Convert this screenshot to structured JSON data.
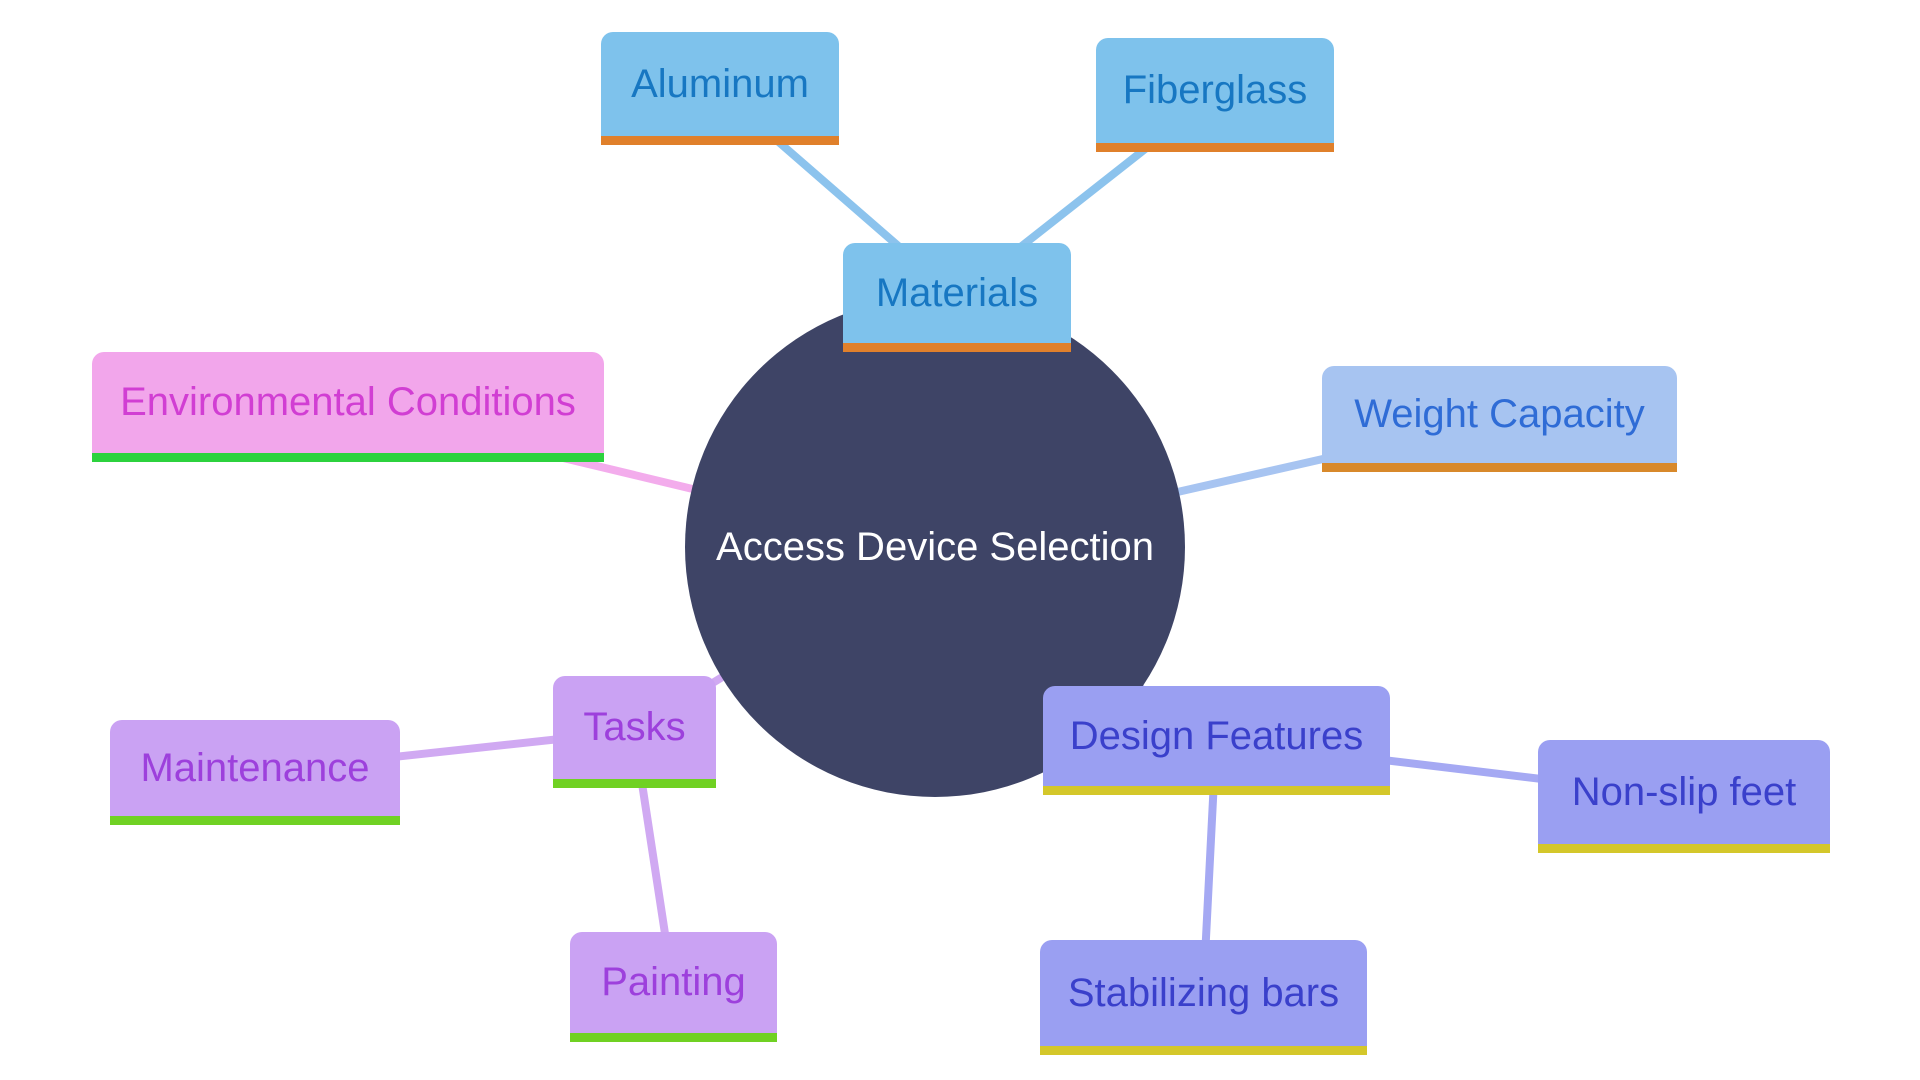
{
  "diagram": {
    "type": "mindmap",
    "root": {
      "label": "Access Device Selection"
    },
    "nodes": {
      "materials": "Materials",
      "aluminum": "Aluminum",
      "fiberglass": "Fiberglass",
      "weight_capacity": "Weight Capacity",
      "environmental_conditions": "Environmental Conditions",
      "tasks": "Tasks",
      "maintenance": "Maintenance",
      "painting": "Painting",
      "design_features": "Design Features",
      "non_slip_feet": "Non-slip feet",
      "stabilizing_bars": "Stabilizing bars"
    },
    "hierarchy": [
      {
        "branch": "Materials",
        "children": [
          "Aluminum",
          "Fiberglass"
        ]
      },
      {
        "branch": "Weight Capacity",
        "children": []
      },
      {
        "branch": "Environmental Conditions",
        "children": []
      },
      {
        "branch": "Tasks",
        "children": [
          "Maintenance",
          "Painting"
        ]
      },
      {
        "branch": "Design Features",
        "children": [
          "Non-slip feet",
          "Stabilizing bars"
        ]
      }
    ],
    "colors": {
      "background": "#FFFFFF",
      "root_fill": "#3E4466",
      "root_text": "#FFFFFF",
      "materials_fill": "#7EC2EC",
      "materials_text": "#1777C2",
      "materials_underline": "#E0802B",
      "materials_line": "#8CC3ED",
      "weight_capacity_fill": "#A7C4F1",
      "weight_capacity_text": "#2F6CD6",
      "weight_capacity_underline": "#D8892B",
      "weight_capacity_line": "#A7C4F1",
      "environmental_conditions_fill": "#F2A6EB",
      "environmental_conditions_text": "#D13ED3",
      "environmental_conditions_underline": "#2CD23E",
      "environmental_conditions_line": "#F3ACEC",
      "tasks_fill": "#CAA2F3",
      "tasks_text": "#9D40DC",
      "tasks_underline": "#70D123",
      "tasks_line": "#D0A9F2",
      "design_features_fill": "#9A9FF2",
      "design_features_text": "#3A40CB",
      "design_features_underline": "#D4C72A",
      "design_features_line": "#A5A9F3"
    }
  }
}
